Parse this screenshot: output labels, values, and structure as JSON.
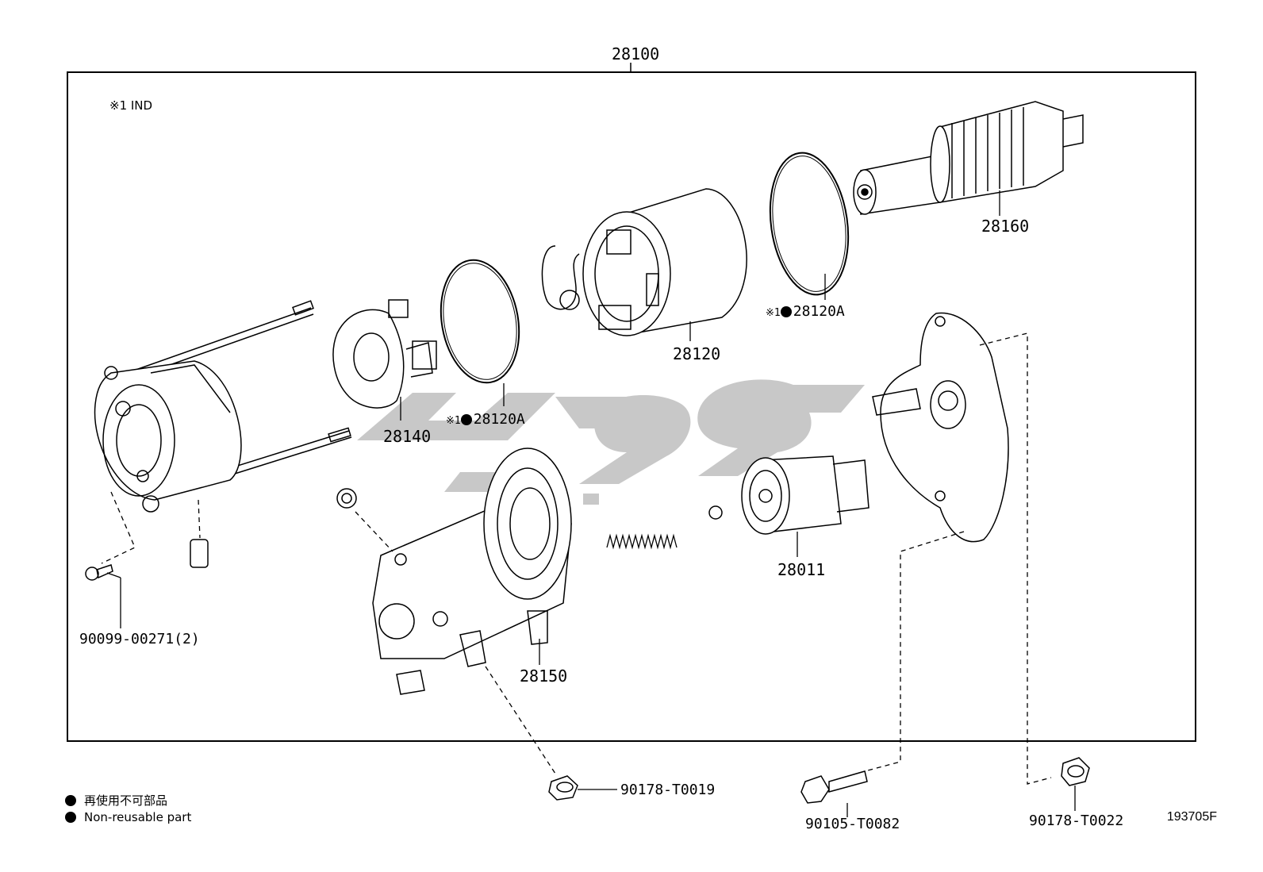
{
  "assembly_number": "28100",
  "ind_note": "※1 IND",
  "parts": {
    "p28160": "28160",
    "p28120": "28120",
    "p28120A_upper": "28120A",
    "p28120A_lower": "28120A",
    "p28140": "28140",
    "p28011": "28011",
    "p28150": "28150",
    "p90099": "90099-00271(2)",
    "p90178_t0019": "90178-T0019",
    "p90105_t0082": "90105-T0082",
    "p90178_t0022": "90178-T0022"
  },
  "ref_mark": "※1",
  "legend": {
    "japanese": "再使用不可部品",
    "english": "Non-reusable part"
  },
  "catalog_code": "193705F",
  "watermark": "یدک ۹۸"
}
